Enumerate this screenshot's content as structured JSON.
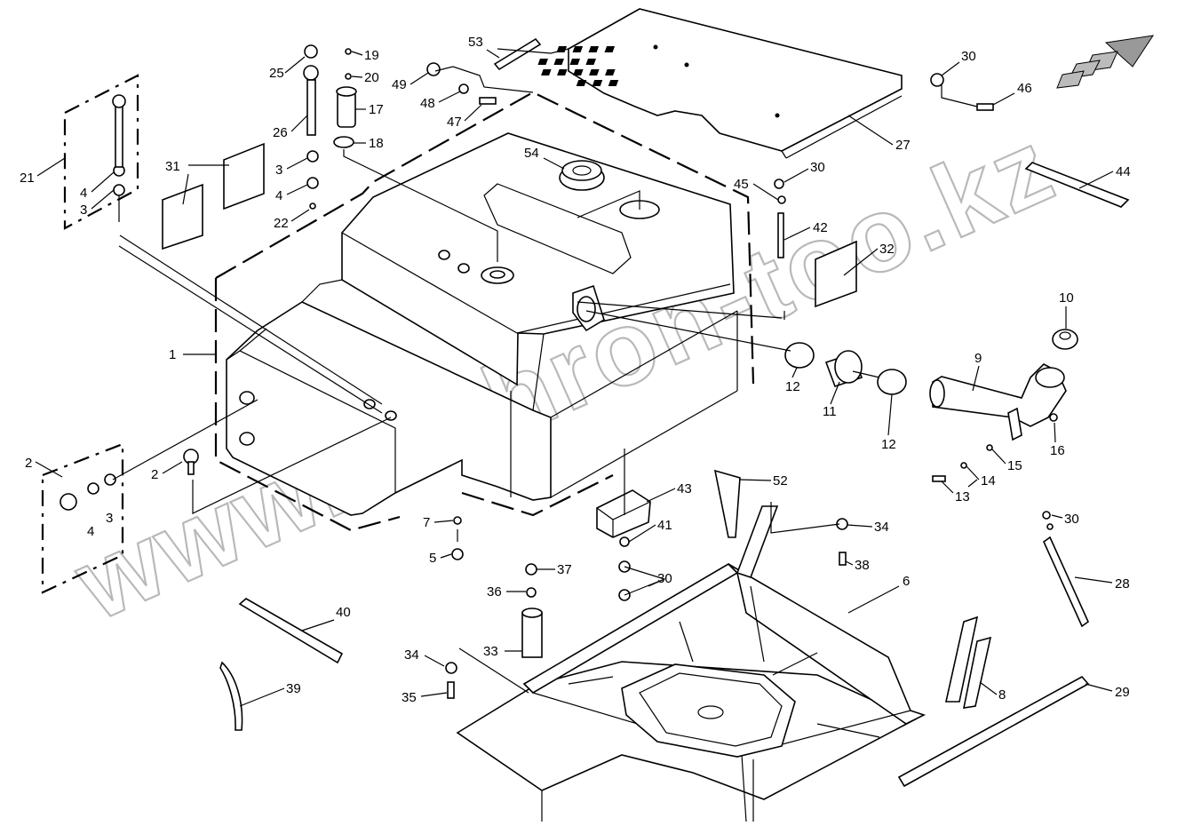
{
  "watermark": "www.sinhron-too.kz",
  "callouts": [
    "1",
    "2",
    "2",
    "3",
    "3",
    "3",
    "3",
    "4",
    "4",
    "4",
    "5",
    "6",
    "7",
    "8",
    "9",
    "10",
    "11",
    "12",
    "12",
    "13",
    "14",
    "15",
    "16",
    "17",
    "18",
    "19",
    "20",
    "21",
    "22",
    "25",
    "26",
    "27",
    "28",
    "29",
    "30",
    "30",
    "30",
    "30",
    "30",
    "31",
    "32",
    "33",
    "34",
    "34",
    "35",
    "36",
    "37",
    "38",
    "39",
    "40",
    "41",
    "42",
    "43",
    "44",
    "45",
    "46",
    "47",
    "48",
    "49",
    "52",
    "53",
    "54"
  ]
}
